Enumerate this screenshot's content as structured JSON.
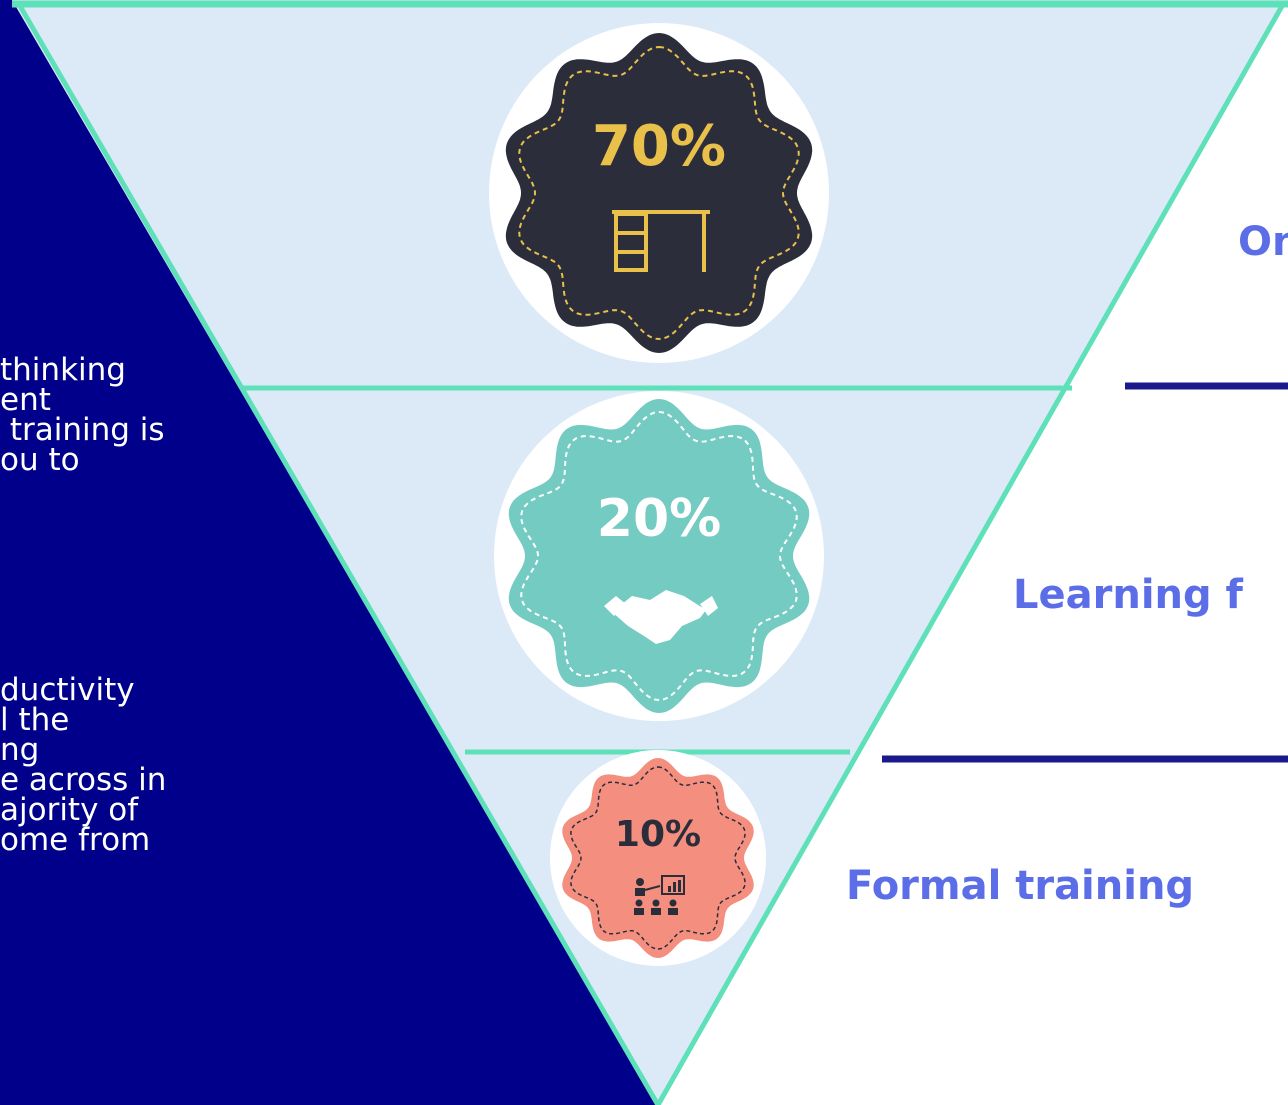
{
  "colors": {
    "left_panel": "#00008b",
    "triangle_fill": "#dceaf8",
    "triangle_stroke": "#5ee0b8",
    "label_text": "#5b6ee8",
    "divider": "#1a1a8c",
    "badge_70": "#2b2d3b",
    "badge_70_text": "#e8c04a",
    "badge_20": "#74cbc2",
    "badge_20_text": "#ffffff",
    "badge_10": "#f48f7f",
    "badge_10_text": "#2b2d3b"
  },
  "left_panel": {
    "paragraph_1": "thinking\nent\n training is\nou to",
    "paragraph_2": "ductivity\nl the\nng\ne across in\najority of\nome from"
  },
  "pyramid": {
    "tiers": [
      {
        "percent": "70%",
        "label": "On",
        "icon": "desk-icon"
      },
      {
        "percent": "20%",
        "label": "Learning f",
        "icon": "handshake-icon"
      },
      {
        "percent": "10%",
        "label": "Formal training",
        "icon": "presentation-icon"
      }
    ]
  }
}
